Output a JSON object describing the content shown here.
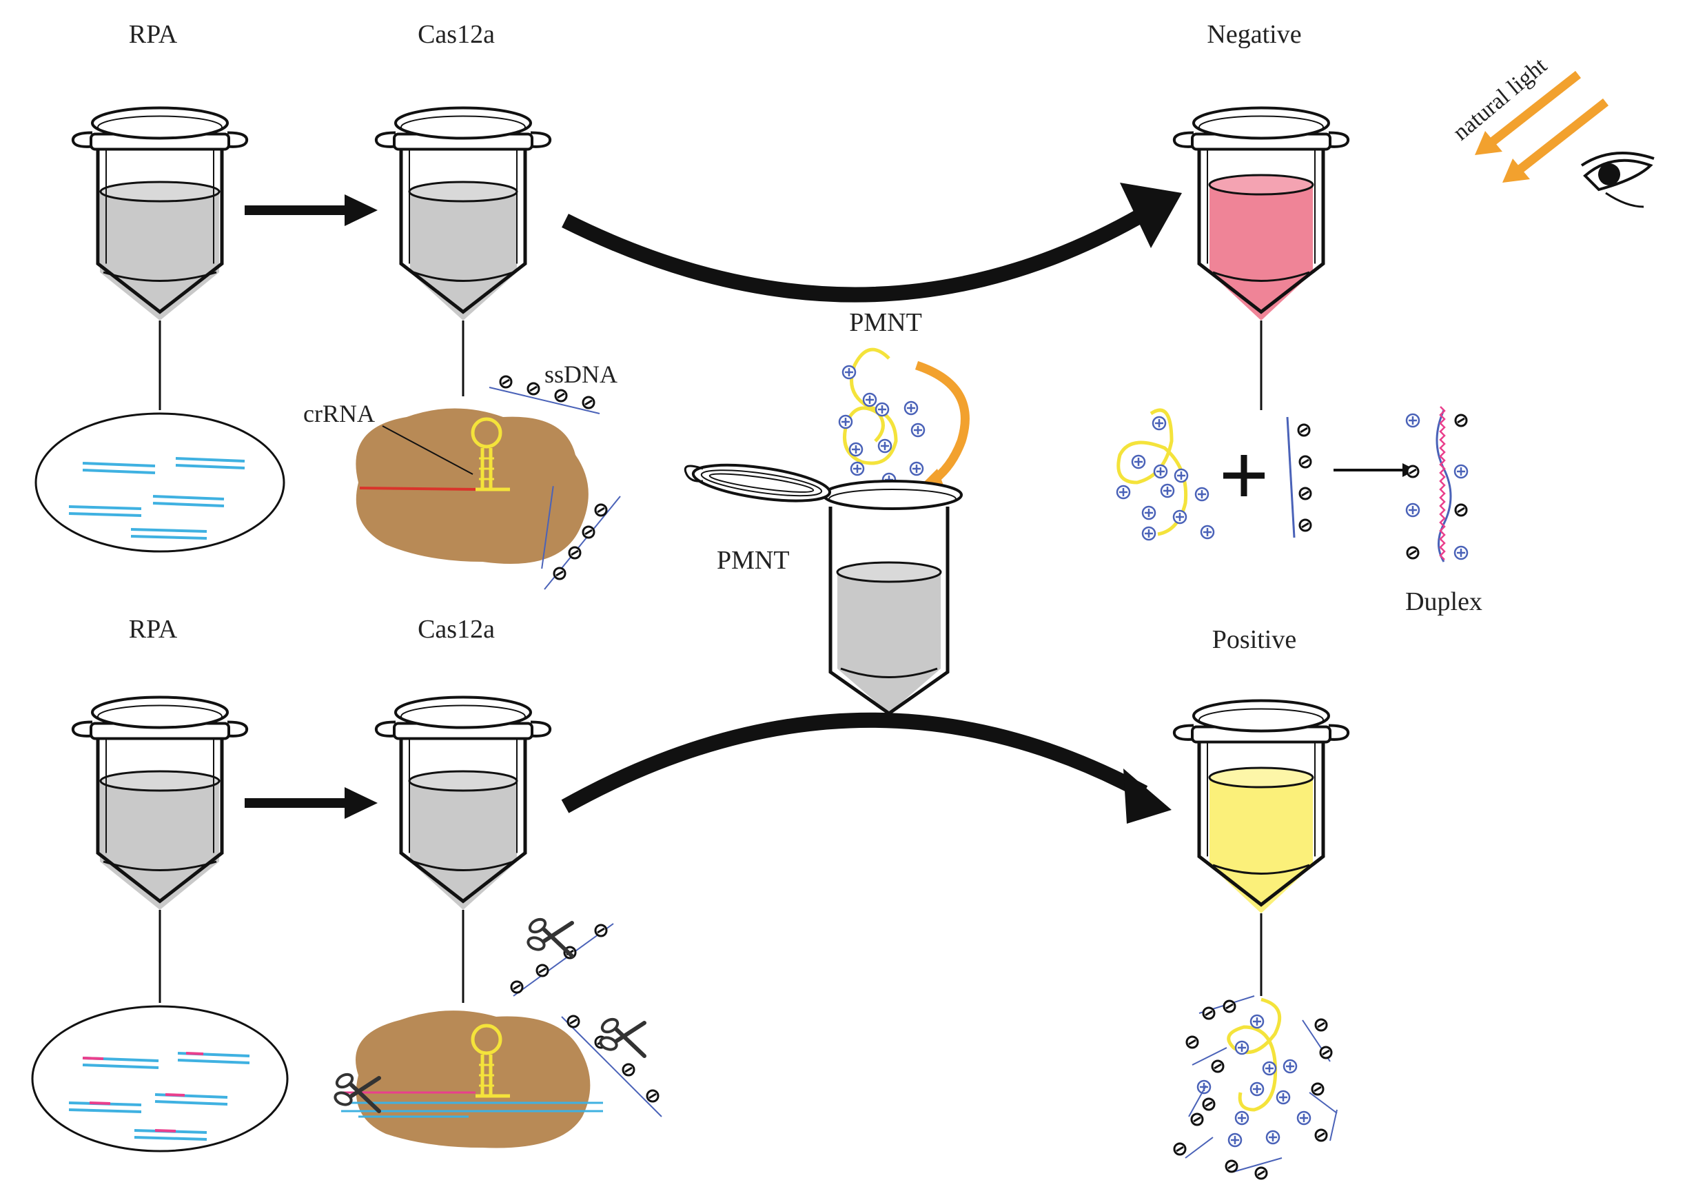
{
  "labels": {
    "rpa_top": "RPA",
    "cas12a_top": "Cas12a",
    "negative": "Negative",
    "positive": "Positive",
    "rpa_bottom": "RPA",
    "cas12a_bottom": "Cas12a",
    "pmnt_top": "PMNT",
    "pmnt_side": "PMNT",
    "ssdna": "ssDNA",
    "crrna": "crRNA",
    "duplex": "Duplex",
    "natural_light": "natural light"
  },
  "colors": {
    "tube_gray": "#c9c9c9",
    "tube_pink": "#ef8497",
    "tube_yellow": "#fbf07a",
    "cas_brown": "#b88a56",
    "dna_blue": "#3fb1e1",
    "rna_pink": "#ea3f8c",
    "crrna_red": "#d9342b",
    "pmnt_yellow": "#f4e33b",
    "light_orange": "#f2a12e",
    "charge_blue": "#4a62b8",
    "arrow_black": "#111111"
  },
  "icons": [
    "eye-icon",
    "scissors-icon",
    "plus-charge-icon",
    "minus-charge-icon"
  ]
}
